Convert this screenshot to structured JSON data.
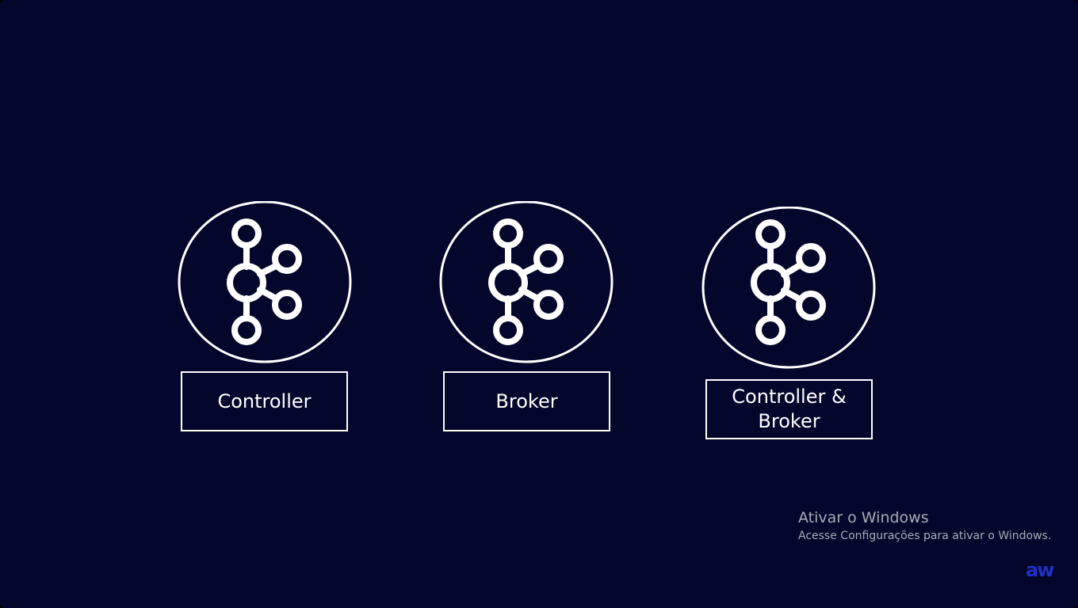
{
  "diagram": {
    "nodes": [
      {
        "label": "Controller",
        "icon": "kafka-logo-icon"
      },
      {
        "label": "Broker",
        "icon": "kafka-logo-icon"
      },
      {
        "label": "Controller &\nBroker",
        "icon": "kafka-logo-icon"
      }
    ]
  },
  "overlay": {
    "activation_title": "Ativar o Windows",
    "activation_subtitle": "Acesse Configurações para ativar o Windows.",
    "brand": "aw"
  },
  "colors": {
    "background": "#04062b",
    "stroke": "#ffffff",
    "watermark_text": "#a9abb8",
    "brand": "#2230c9"
  }
}
